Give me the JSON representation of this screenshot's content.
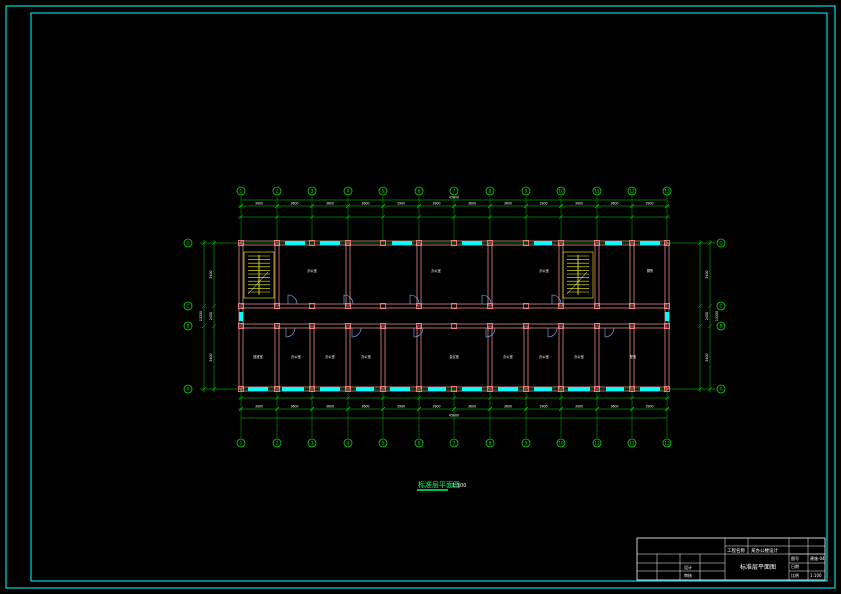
{
  "drawing": {
    "title": "标准层平面图",
    "scale": "1:100",
    "colors": {
      "background": "#000000",
      "frame": "#00d8d8",
      "axis": "#00e000",
      "wall": "#ff9a9a",
      "column": "#ff8080",
      "window": "#00ffff",
      "stair": "#ffff00",
      "dim": "#00e000",
      "label": "#ffffff"
    }
  },
  "axes": {
    "columns": [
      "1",
      "2",
      "3",
      "4",
      "5",
      "6",
      "7",
      "8",
      "9",
      "10",
      "11",
      "12",
      "13"
    ],
    "rows": [
      "A",
      "B",
      "C",
      "D"
    ]
  },
  "dimensions": {
    "top_bays": [
      "3900",
      "3600",
      "3600",
      "3600",
      "3900",
      "3900",
      "3600",
      "3600",
      "3900",
      "3900",
      "3600",
      "3900"
    ],
    "bottom_bays": [
      "3900",
      "3600",
      "3600",
      "3600",
      "3900",
      "3900",
      "3600",
      "3600",
      "3900",
      "3900",
      "3600",
      "3900"
    ],
    "total": "45600",
    "left_rows": [
      "5400",
      "2400",
      "5400"
    ],
    "right_rows": [
      "5400",
      "2400",
      "5400"
    ],
    "left_total": "13200",
    "right_total": "13200"
  },
  "rooms": {
    "north": [
      "",
      "办公室",
      "",
      "办公室",
      "",
      "办公室",
      "",
      "厕所"
    ],
    "south": [
      "值班室",
      "办公室",
      "办公室",
      "办公室",
      "会议室",
      "办公室",
      "办公室",
      "办公室",
      "配电"
    ]
  },
  "title_block": {
    "project_label": "工程名称",
    "project_value": "某办公楼设计",
    "drawing_name": "标准层平面图",
    "fields": [
      {
        "label": "图号",
        "value": "建施-04"
      },
      {
        "label": "日期",
        "value": ""
      },
      {
        "label": "比例",
        "value": "1:100"
      }
    ],
    "designer_label": "设计",
    "checker_label": "审核"
  }
}
